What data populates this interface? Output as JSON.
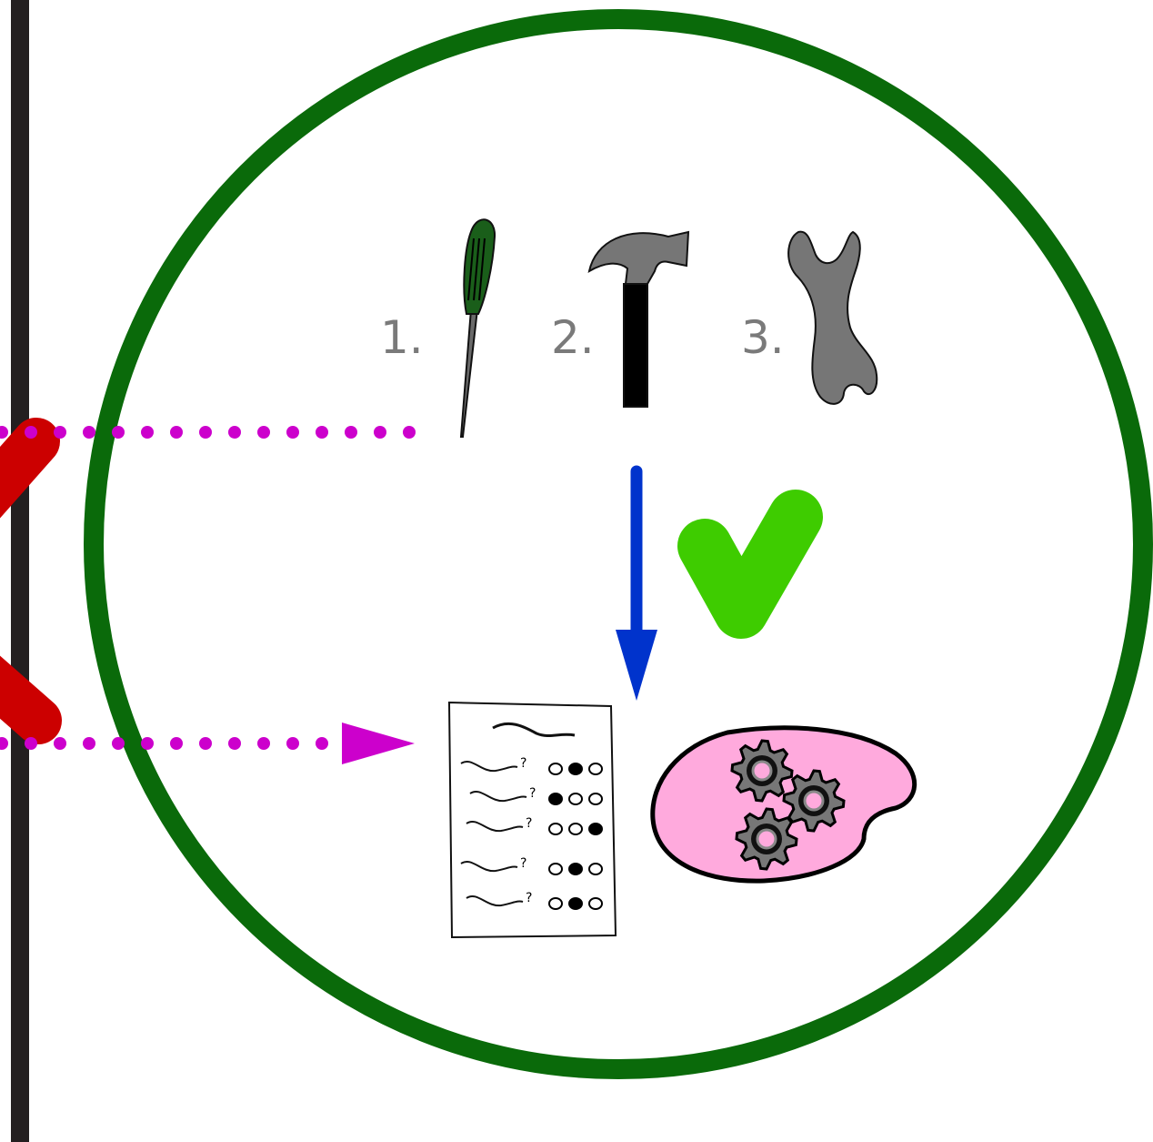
{
  "steps": [
    {
      "number": "1.",
      "tool": "screwdriver-icon"
    },
    {
      "number": "2.",
      "tool": "hammer-icon"
    },
    {
      "number": "3.",
      "tool": "wrench-icon"
    }
  ],
  "colors": {
    "circle": "#0a6a0a",
    "dots": "#cc00cc",
    "cross": "#cc0000",
    "check": "#3ecc00",
    "arrow": "#0033cc",
    "brain": "#ffaadd",
    "wall": "#231f20",
    "tool_gray": "#767676"
  },
  "questionnaire": {
    "rows": [
      {
        "mark": "?",
        "answers": [
          0,
          1,
          0
        ]
      },
      {
        "mark": "?",
        "answers": [
          1,
          0,
          0
        ]
      },
      {
        "mark": "?",
        "answers": [
          0,
          0,
          1
        ]
      },
      {
        "mark": "?",
        "answers": [
          0,
          1,
          0
        ]
      },
      {
        "mark": "?",
        "answers": [
          0,
          1,
          0
        ]
      }
    ]
  }
}
